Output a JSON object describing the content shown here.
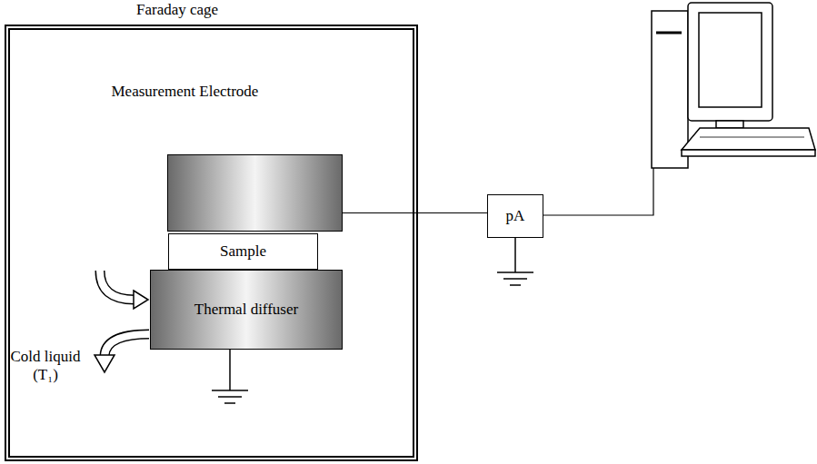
{
  "diagram": {
    "nodes": [
      {
        "text": [
          "Faraday cage"
        ]
      },
      {
        "text": [
          "Measurement Electrode"
        ],
        "in": 0
      },
      {
        "text": [
          "Sample"
        ],
        "in": 0
      },
      {
        "text": [
          "Thermal diffuser"
        ],
        "in": 0
      },
      {
        "text": [
          "pA"
        ]
      }
    ],
    "edges": [
      {
        "from": 1,
        "to": 4,
        "arrow": "none"
      }
    ],
    "labels": [
      "Cold liquid (T₁)"
    ]
  }
}
